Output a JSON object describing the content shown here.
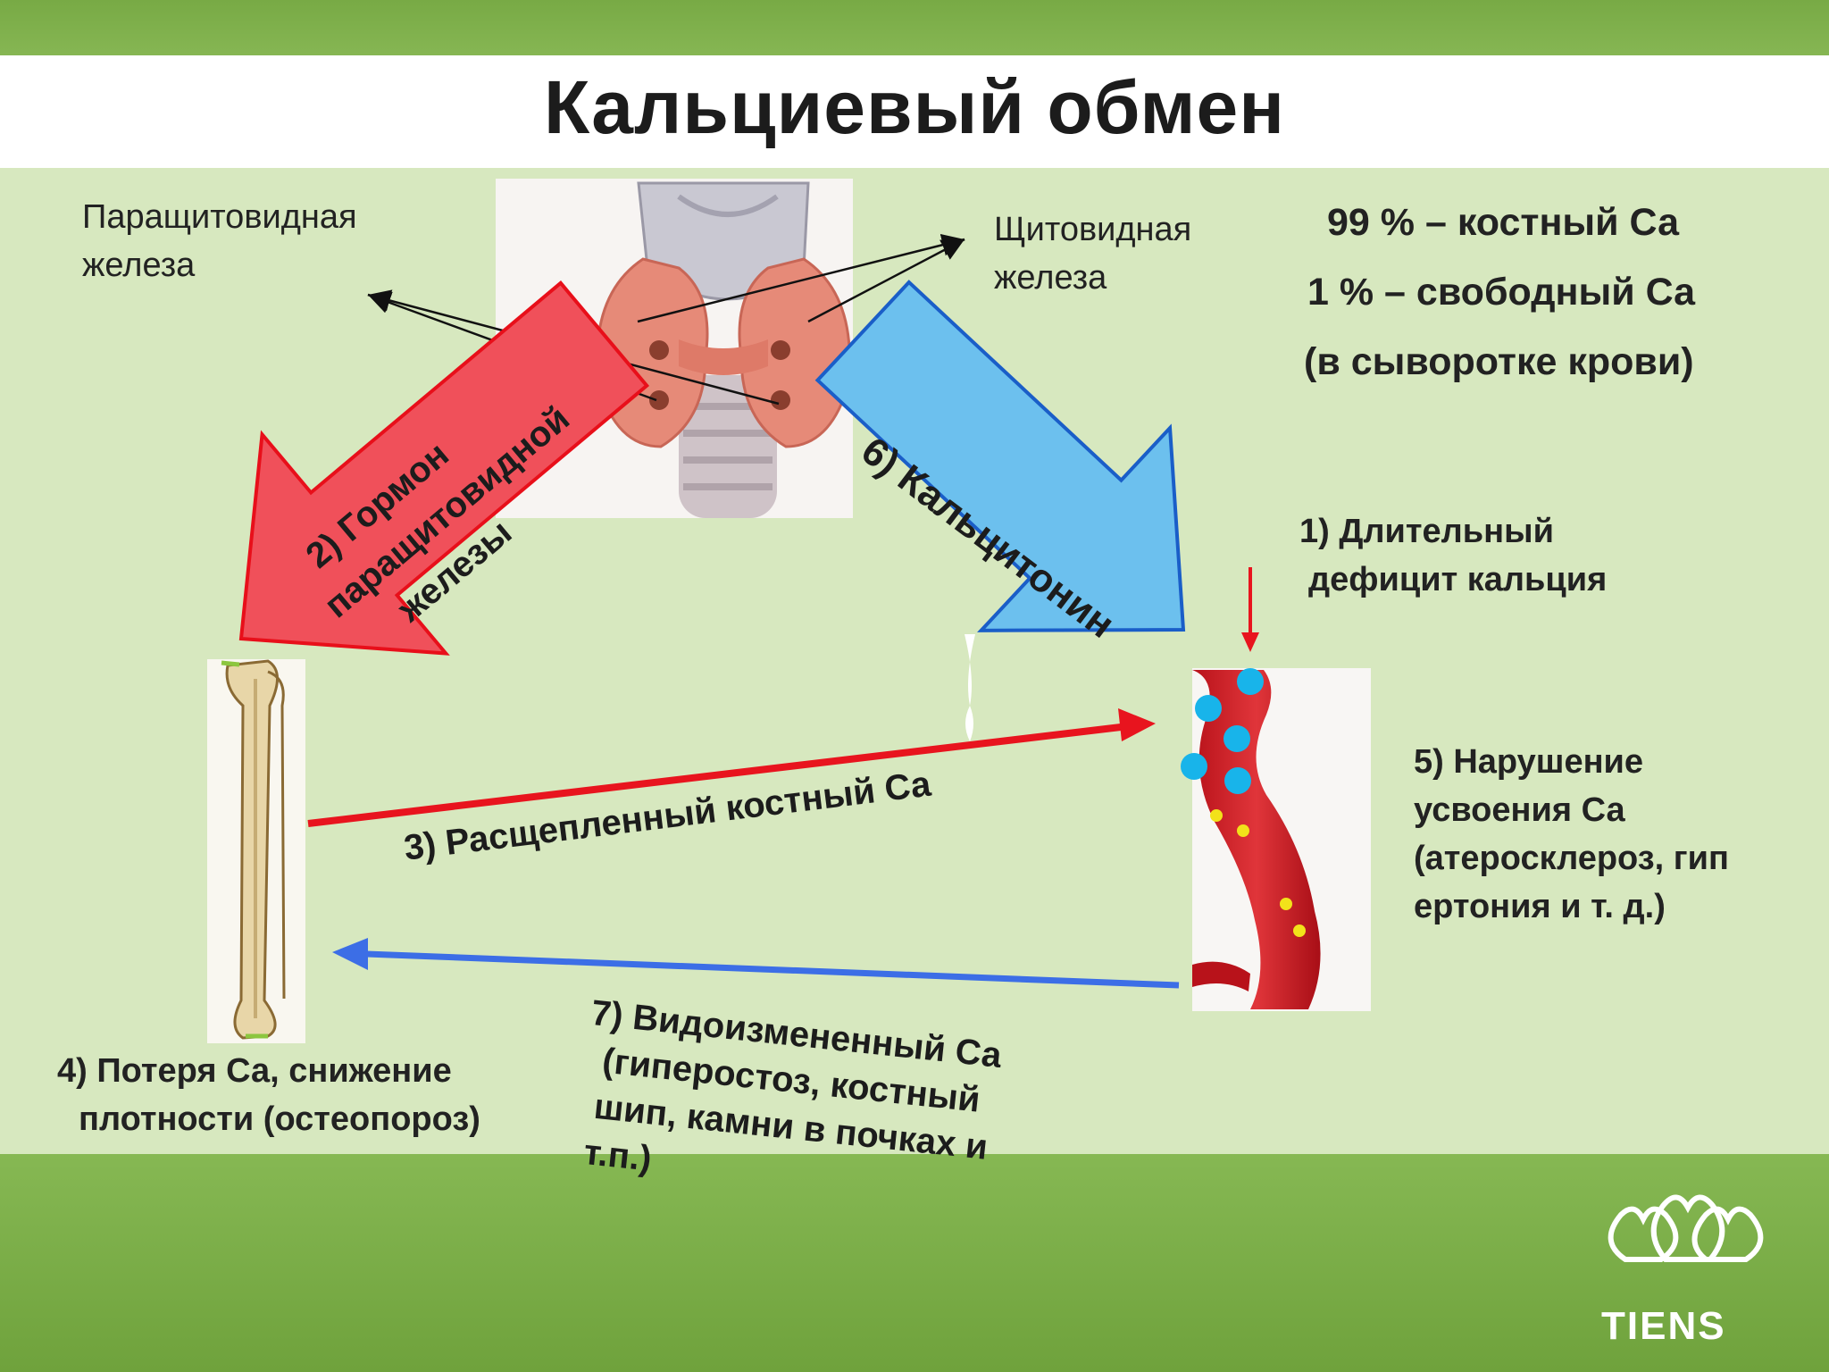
{
  "title": "Кальциевый обмен",
  "labels": {
    "parathyroid": [
      "Паращитовидная",
      "железа"
    ],
    "thyroid": [
      "Щитовидная",
      "железа"
    ]
  },
  "stats": {
    "bone_ca": "99 % – костный Са",
    "free_ca": "1 % – свободный Са",
    "serum": "(в сыворотке крови)"
  },
  "steps": {
    "s1": [
      "1) Длительный",
      "дефицит кальция"
    ],
    "s2": [
      "2) Гормон",
      "паращитовидной",
      "железы"
    ],
    "s3": "3) Расщепленный костный Са",
    "s4": [
      "4) Потеря Са, снижение",
      "плотности (остеопороз)"
    ],
    "s5": [
      "5) Нарушение",
      "усвоения Са",
      "(атеросклероз,  гип",
      "ертония и т. д.)"
    ],
    "s6": "6) Кальцитонин",
    "s7": [
      "7) Видоизмененный Са",
      "(гиперостоз, костный",
      "шип, камни в почках и",
      "т.п.)"
    ]
  },
  "brand": "TIENS",
  "colors": {
    "red_arrow": "#f0505a",
    "blue_arrow": "#6cc0ee",
    "red_line": "#e8141e",
    "blue_line": "#3c6ee6",
    "calcium_dots": "#18b4ea"
  }
}
